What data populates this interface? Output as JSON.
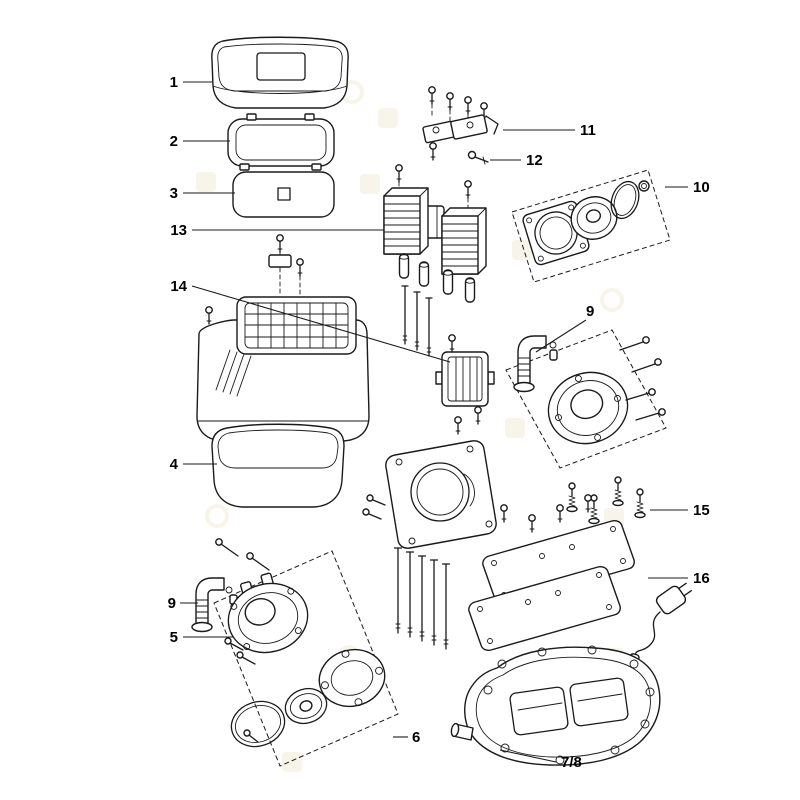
{
  "diagram": {
    "kind": "exploded-parts-diagram",
    "background_color": "#ffffff",
    "line_color": "#1a1a1a",
    "watermark_color": "#f1ecdc"
  },
  "labels": [
    {
      "id": "part-1",
      "text": "1"
    },
    {
      "id": "part-2",
      "text": "2"
    },
    {
      "id": "part-3",
      "text": "3"
    },
    {
      "id": "part-13",
      "text": "13"
    },
    {
      "id": "part-14",
      "text": "14"
    },
    {
      "id": "part-4",
      "text": "4"
    },
    {
      "id": "part-9-left",
      "text": "9"
    },
    {
      "id": "part-5",
      "text": "5"
    },
    {
      "id": "part-6",
      "text": "6"
    },
    {
      "id": "part-7-8",
      "text": "7/8"
    },
    {
      "id": "part-11",
      "text": "11"
    },
    {
      "id": "part-12",
      "text": "12"
    },
    {
      "id": "part-10",
      "text": "10"
    },
    {
      "id": "part-9-right",
      "text": "9"
    },
    {
      "id": "part-15",
      "text": "15"
    },
    {
      "id": "part-16",
      "text": "16"
    }
  ]
}
